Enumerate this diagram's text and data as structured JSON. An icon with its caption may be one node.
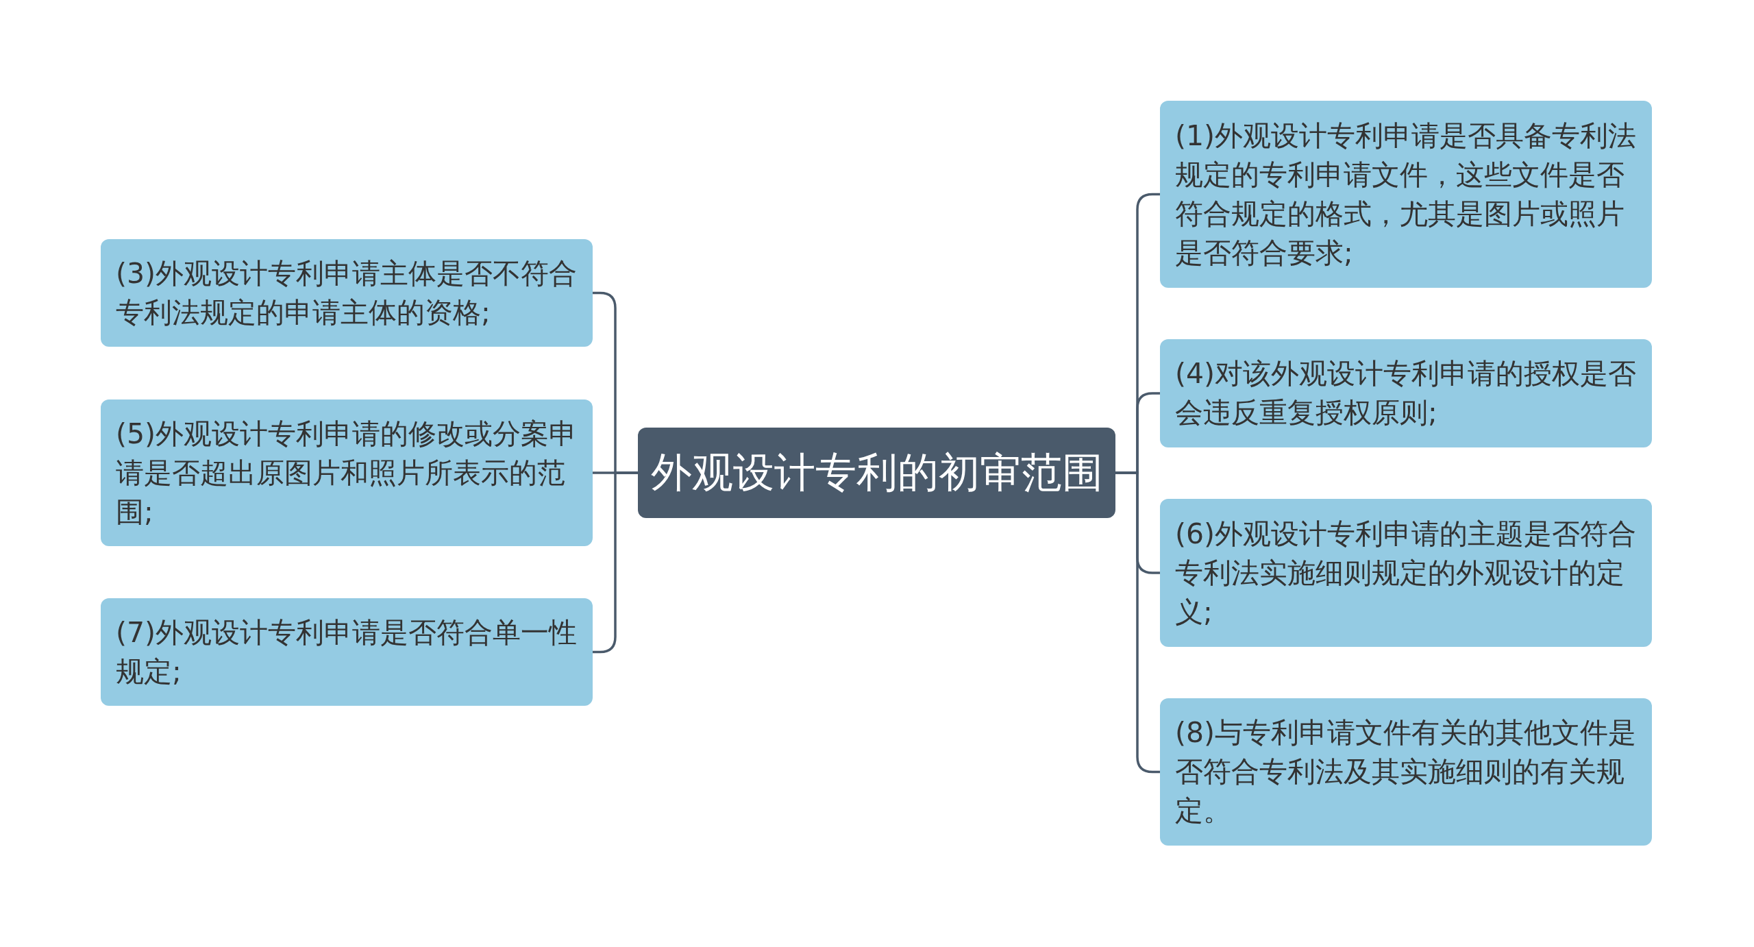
{
  "diagram": {
    "nodes": [
      {
        "text": [
          "外观设计专利的初审范围"
        ]
      },
      {
        "text": [
          "(1)外观设计专利申请是否具备专利法规定的专利申请文件，这些文件是否符合规定的格式，尤其是图片或照片是否符合要求;"
        ]
      },
      {
        "text": [
          "(4)对该外观设计专利申请的授权是否会违反重复授权原则;"
        ]
      },
      {
        "text": [
          "(6)外观设计专利申请的主题是否符合专利法实施细则规定的外观设计的定义;"
        ]
      },
      {
        "text": [
          "(8)与专利申请文件有关的其他文件是否符合专利法及其实施细则的有关规定。"
        ]
      },
      {
        "text": [
          "(3)外观设计专利申请主体是否不符合专利法规定的申请主体的资格;"
        ]
      },
      {
        "text": [
          "(5)外观设计专利申请的修改或分案申请是否超出原图片和照片所表示的范围;"
        ]
      },
      {
        "text": [
          "(7)外观设计专利申请是否符合单一性规定;"
        ]
      }
    ],
    "edges": [
      {
        "from": 0,
        "to": 1,
        "arrow": "none"
      },
      {
        "from": 0,
        "to": 2,
        "arrow": "none"
      },
      {
        "from": 0,
        "to": 3,
        "arrow": "none"
      },
      {
        "from": 0,
        "to": 4,
        "arrow": "none"
      },
      {
        "from": 0,
        "to": 5,
        "arrow": "none"
      },
      {
        "from": 0,
        "to": 6,
        "arrow": "none"
      },
      {
        "from": 0,
        "to": 7,
        "arrow": "none"
      }
    ]
  }
}
